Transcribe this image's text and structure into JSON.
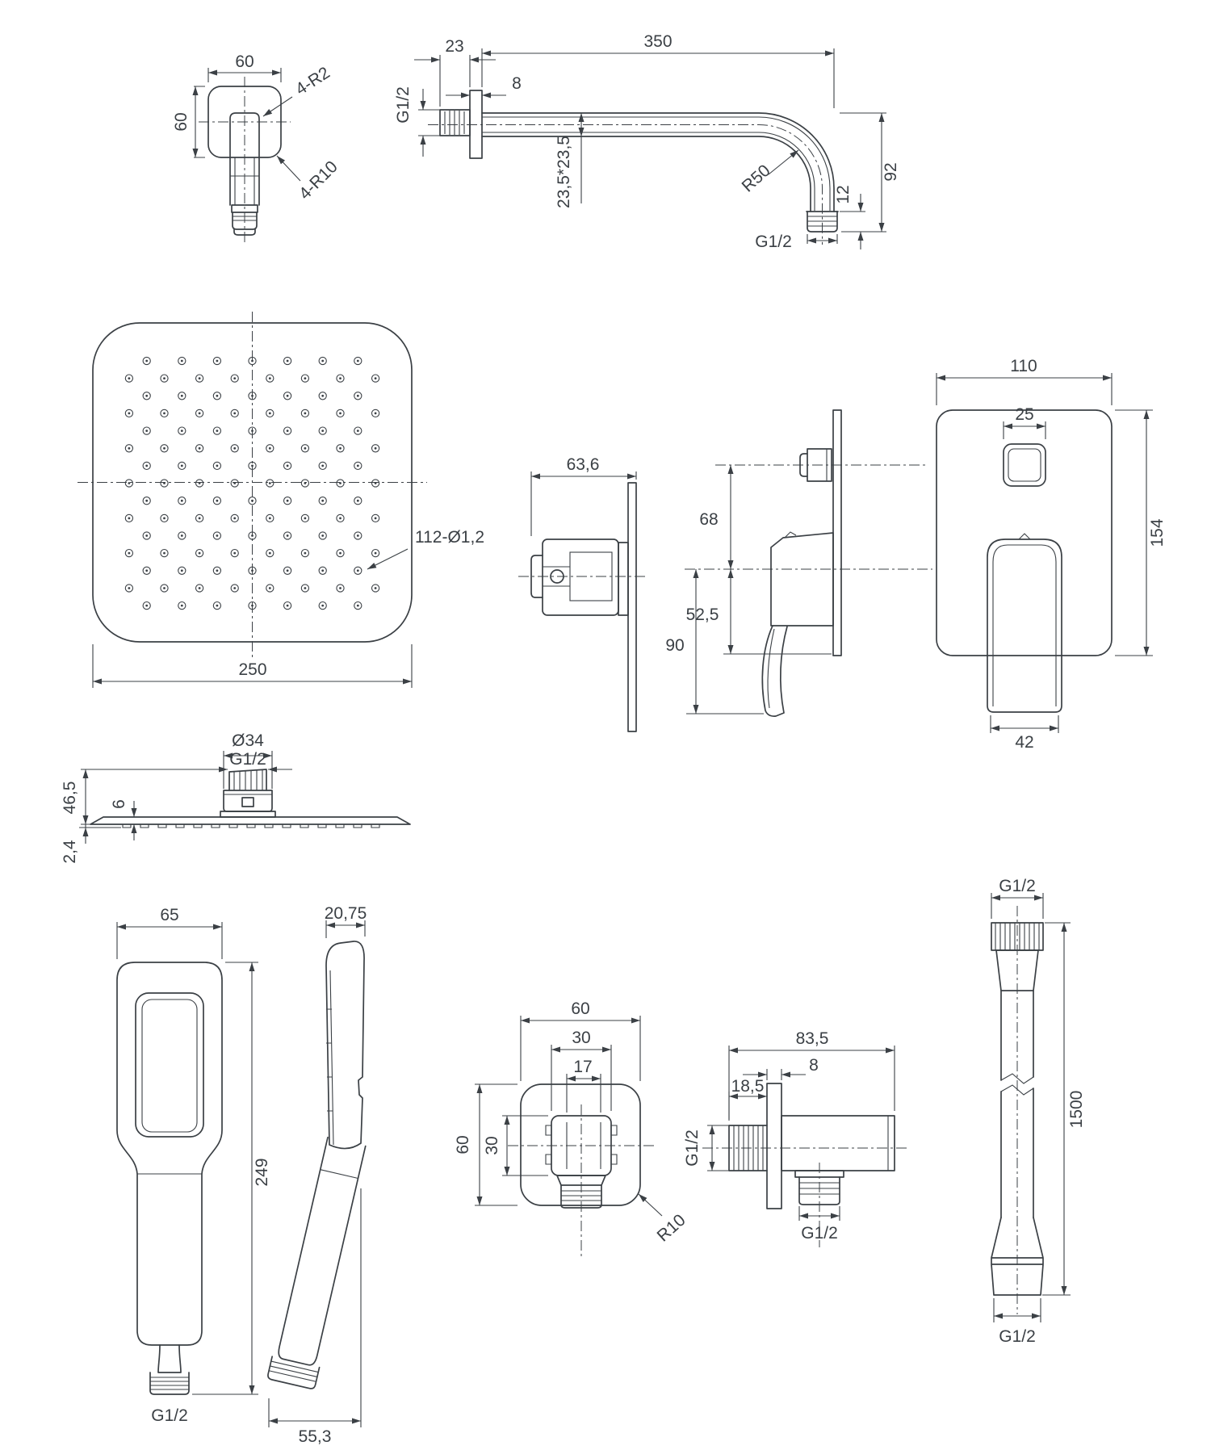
{
  "doc": {
    "type": "technical-dimensional-drawing",
    "subject": "concealed shower set components",
    "units": "mm",
    "line_color": "#3b4045",
    "background": "#ffffff"
  },
  "escutcheon_front": {
    "width": "60",
    "height": "60",
    "pipe_corner_radius": "4-R2",
    "outer_corner_radius": "4-R10"
  },
  "shower_arm": {
    "wall_inset": "23",
    "length": "350",
    "flange_gap": "8",
    "inlet_thread": "G1/2",
    "tube_section": "23,5*23,5",
    "bend_radius": "R50",
    "drop_height": "92",
    "thread_length": "12",
    "outlet_thread": "G1/2"
  },
  "head_top": {
    "edge": "250",
    "nozzles": "112-Ø1,2"
  },
  "head_side": {
    "connector_dia": "Ø34",
    "thread": "G1/2",
    "height": "46,5",
    "hub_height": "6",
    "nozzle_height": "2,4"
  },
  "mixer_side": {
    "depth": "63,6"
  },
  "mixer_elevation": {
    "axis_gap": "68",
    "plate_drop": "52,5",
    "lever_drop": "90"
  },
  "mixer_front": {
    "width": "110",
    "button": "25",
    "height": "154",
    "lever_width": "42"
  },
  "handshower_front": {
    "width": "65",
    "length": "249",
    "thread": "G1/2"
  },
  "handshower_side": {
    "depth": "20,75",
    "bottom_offset": "55,3"
  },
  "outlet_front": {
    "width": "60",
    "boss": "30",
    "thread_dia": "17",
    "height": "60",
    "boss_height": "30",
    "corner_radius": "R10"
  },
  "outlet_side": {
    "length": "83,5",
    "plate_thickness": "8",
    "stub_length": "18,5",
    "inlet_thread": "G1/2",
    "outlet_thread": "G1/2"
  },
  "hose": {
    "top_thread": "G1/2",
    "length": "1500",
    "bottom_thread": "G1/2"
  }
}
